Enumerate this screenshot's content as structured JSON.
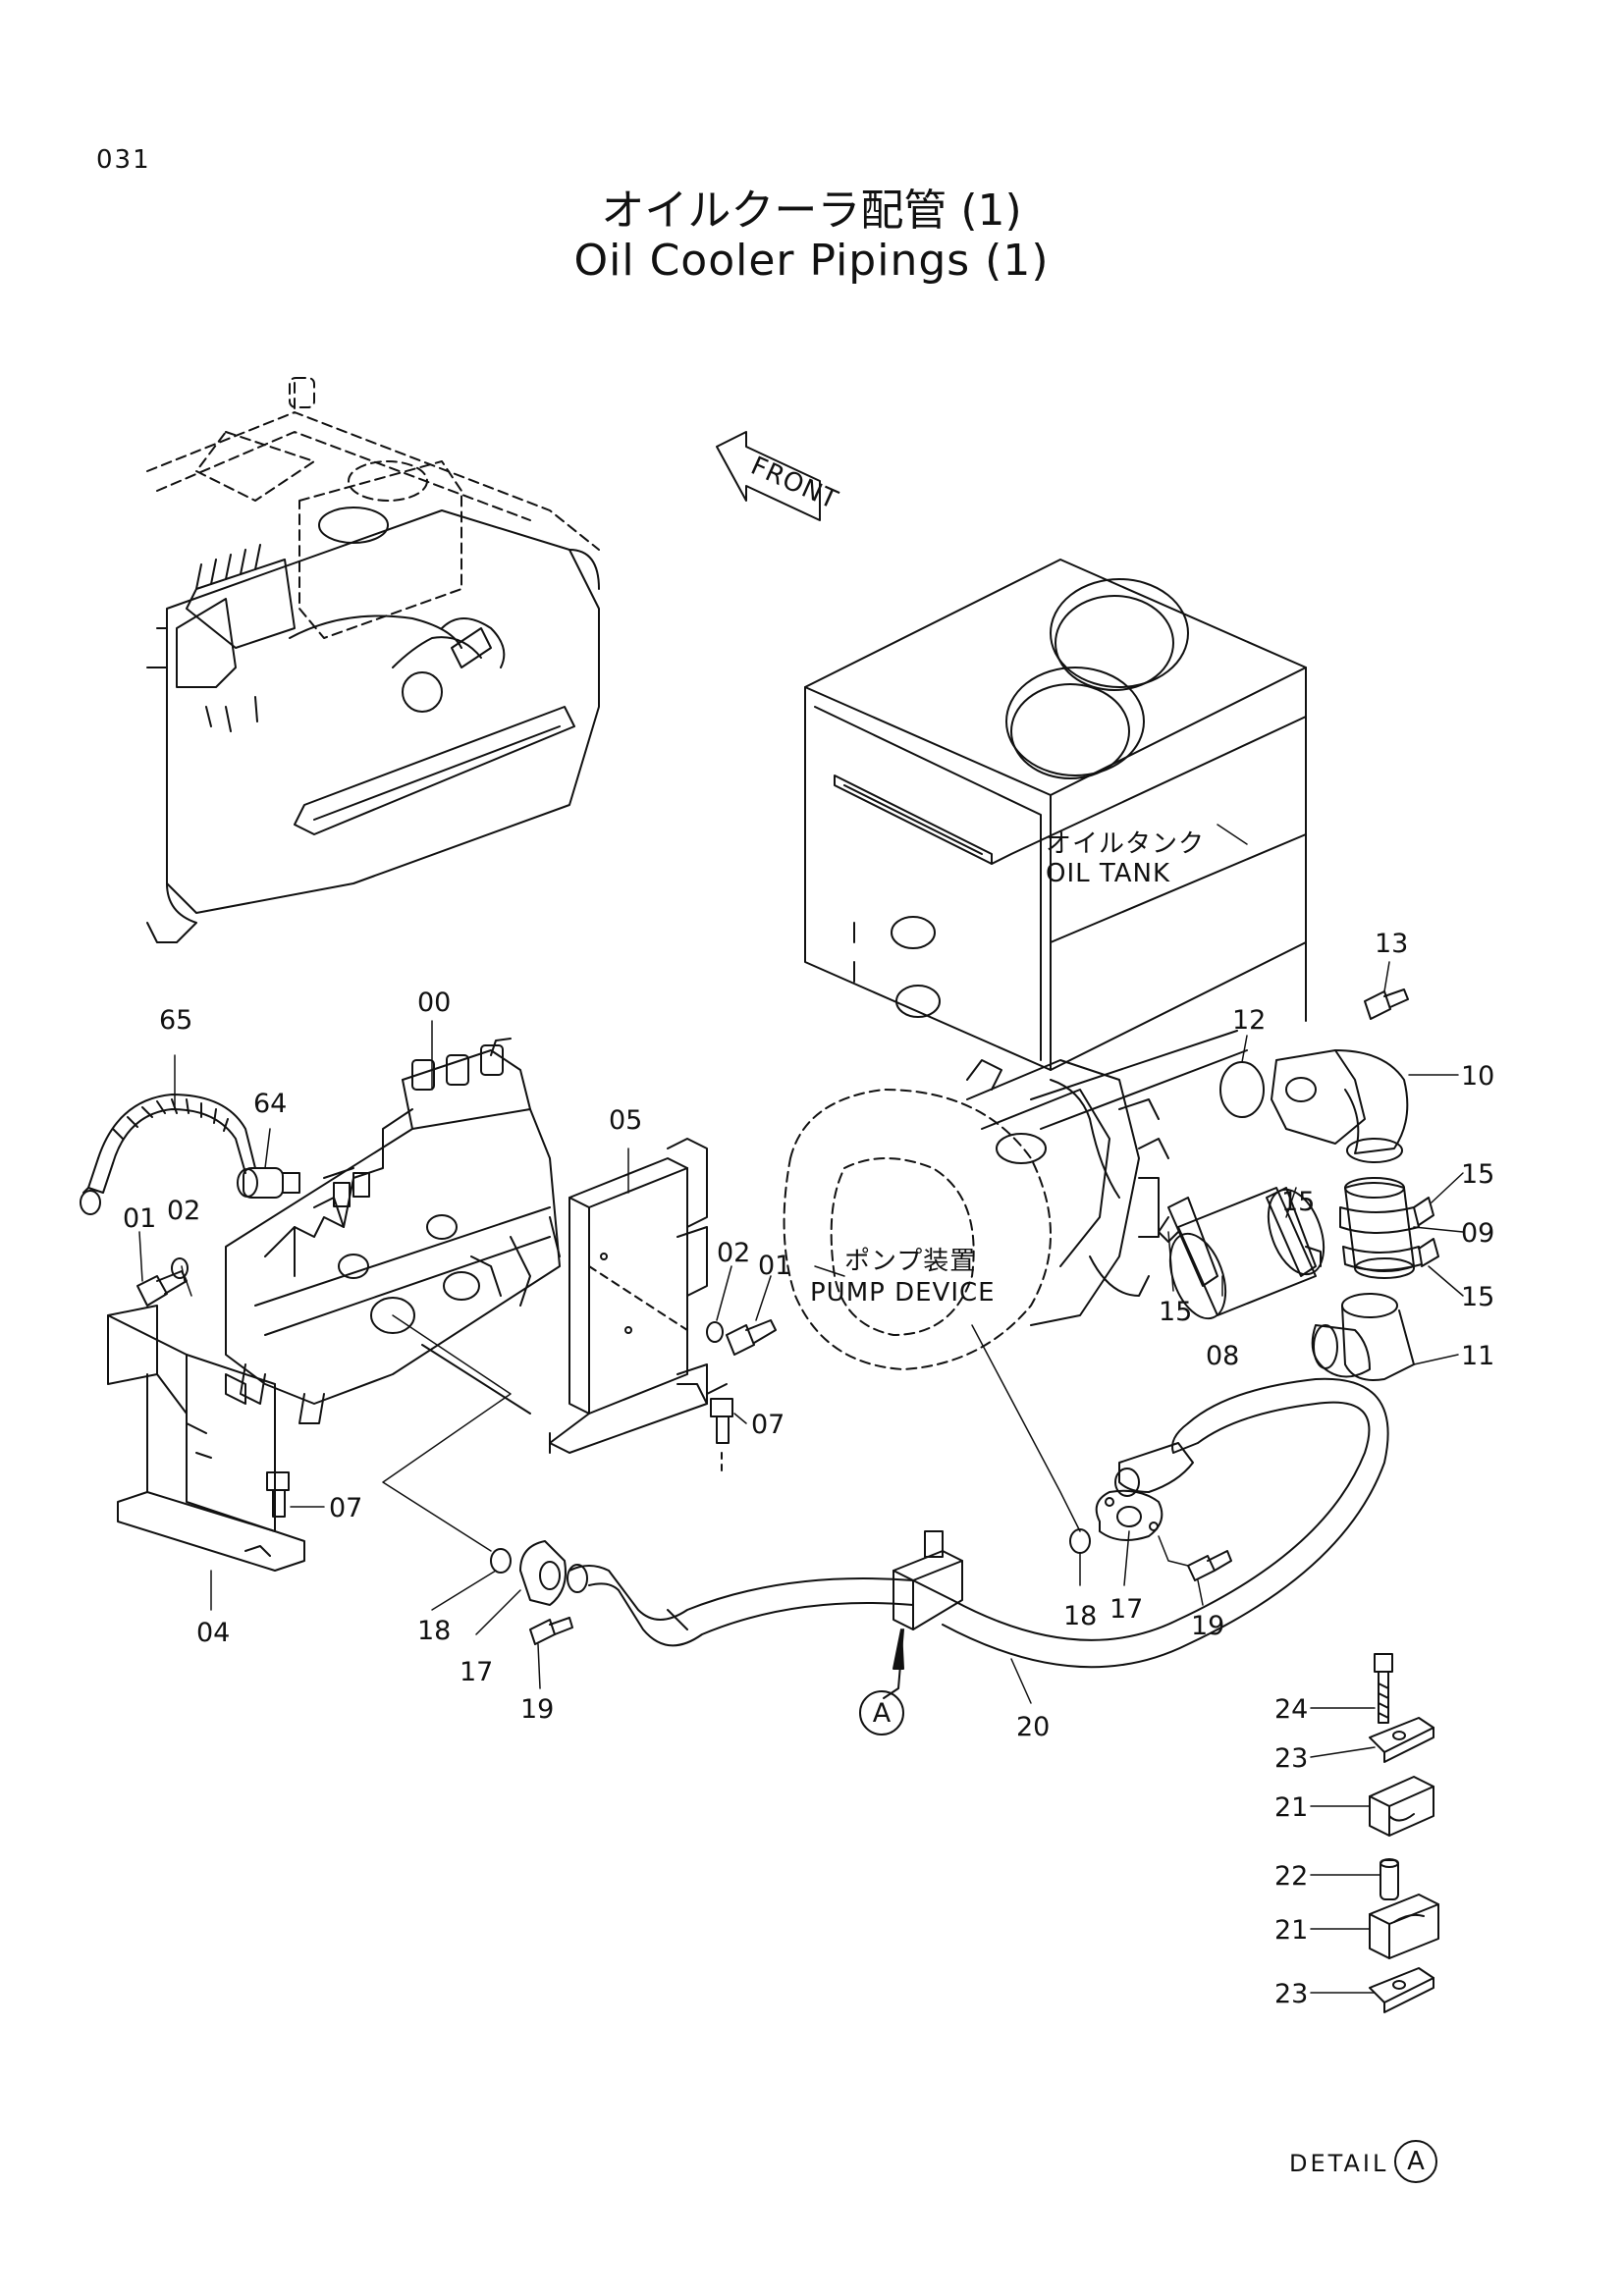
{
  "page_number": "031",
  "title_jp": "オイルクーラ配管 (1)",
  "title_en": "Oil Cooler Pipings (1)",
  "front_label": "FRONT",
  "oil_tank_jp": "オイルタンク",
  "oil_tank_en": "OIL TANK",
  "pump_jp": "ポンプ装置",
  "pump_en": "PUMP DEVICE",
  "detail_label": "DETAIL",
  "detail_ref": "A",
  "callout_ref": "A",
  "callouts": {
    "c65": "65",
    "c00": "00",
    "c64": "64",
    "c01a": "01",
    "c02a": "02",
    "c05": "05",
    "c02b": "02",
    "c01b": "01",
    "c07a": "07",
    "c07b": "07",
    "c04": "04",
    "c18a": "18",
    "c17a": "17",
    "c19a": "19",
    "c20": "20",
    "c13": "13",
    "c12": "12",
    "c10": "10",
    "c15a": "15",
    "c15b": "15",
    "c09": "09",
    "c15c": "15",
    "c15d": "15",
    "c08": "08",
    "c11": "11",
    "c18b": "18",
    "c17b": "17",
    "c19b": "19",
    "c24": "24",
    "c23a": "23",
    "c21a": "21",
    "c22": "22",
    "c21b": "21",
    "c23b": "23"
  }
}
